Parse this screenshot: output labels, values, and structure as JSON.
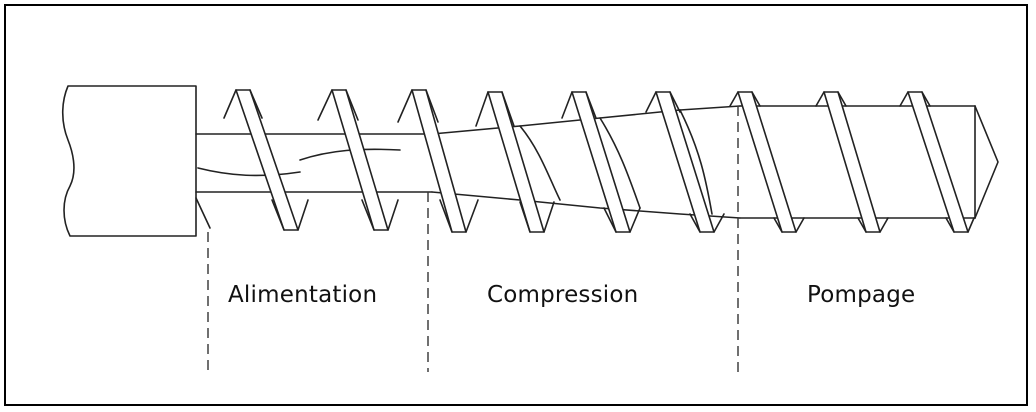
{
  "diagram": {
    "zones": [
      {
        "label": "Alimentation"
      },
      {
        "label": "Compression"
      },
      {
        "label": "Pompage"
      }
    ]
  }
}
